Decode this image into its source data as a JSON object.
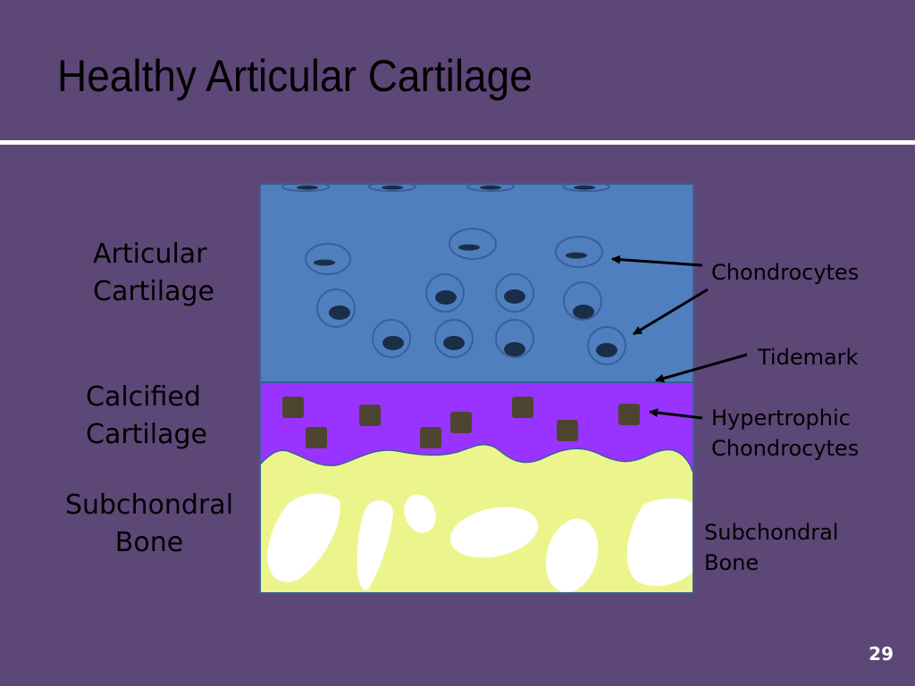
{
  "slide": {
    "title": "Healthy Articular Cartilage",
    "page_number": "29"
  },
  "left_labels": {
    "articular_line1": "Articular",
    "articular_line2": "Cartilage",
    "calcified_line1": "Calcified",
    "calcified_line2": "Cartilage",
    "subchondral_line1": "Subchondral",
    "subchondral_line2": "Bone"
  },
  "right_labels": {
    "chondrocytes": "Chondrocytes",
    "tidemark": "Tidemark",
    "hypertrophic_line1": "Hypertrophic",
    "hypertrophic_line2": "Chondrocytes",
    "subchondral_line1": "Subchondral",
    "subchondral_line2": "Bone"
  },
  "colors": {
    "background": "#5d4777",
    "articular_layer": "#4f7fbf",
    "calcified_layer": "#9933ff",
    "bone_layer": "#ecf58c",
    "hypertrophic_cell": "#4e4530",
    "cell_outline": "#3a5f9a",
    "cell_nucleus": "#1a2e4a"
  }
}
